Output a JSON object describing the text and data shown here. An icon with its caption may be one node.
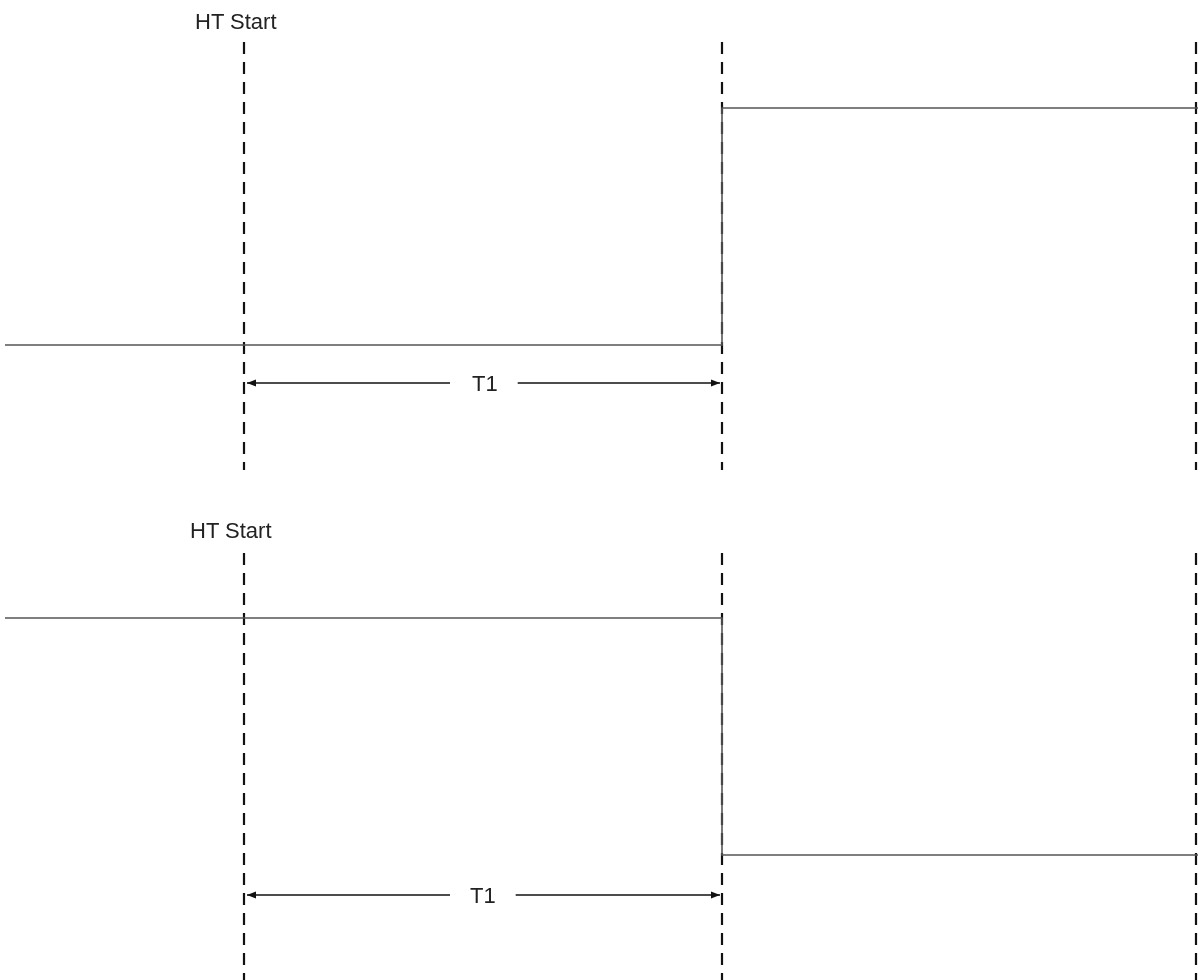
{
  "diagram": {
    "labels": [
      "HT Start",
      "T1",
      "HT Start",
      "T1"
    ]
  }
}
